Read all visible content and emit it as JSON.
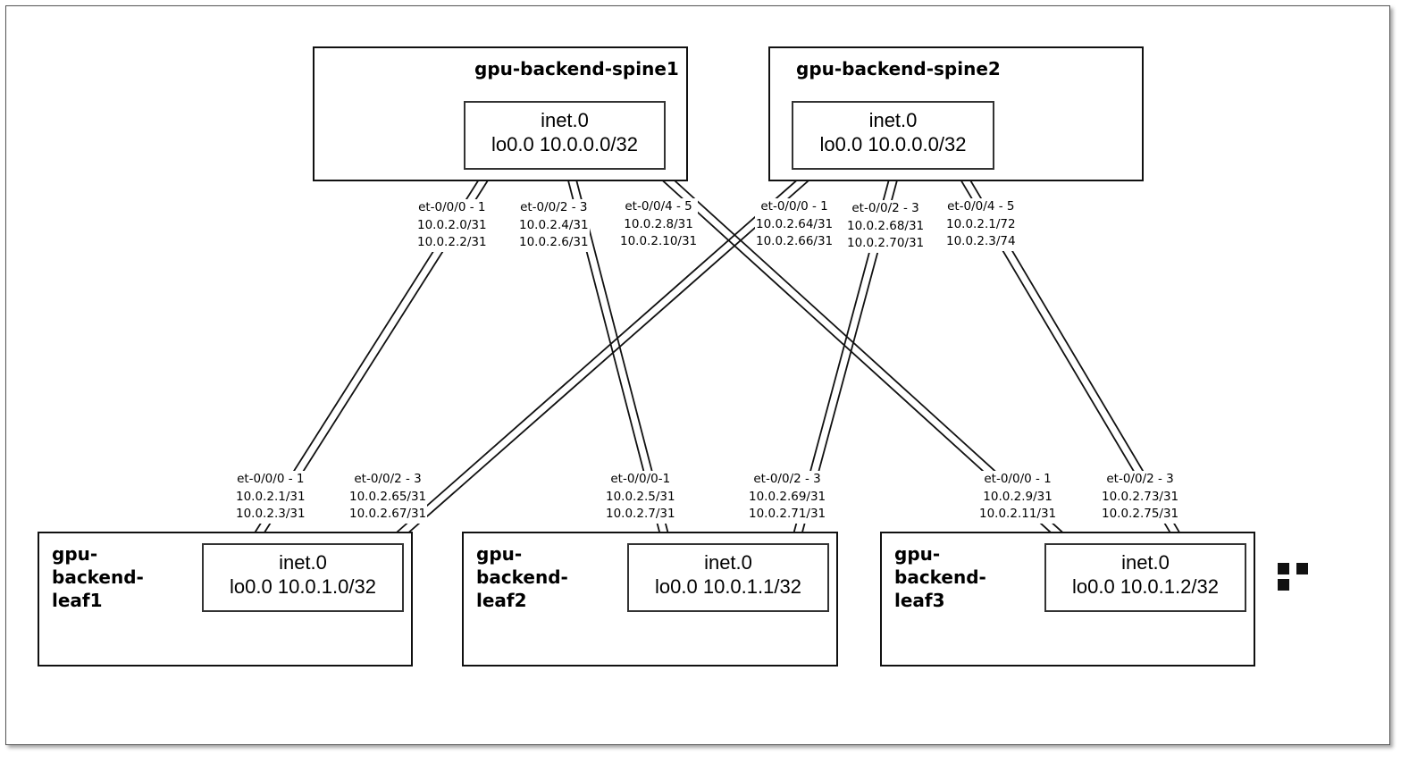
{
  "spines": [
    {
      "name": "gpu-backend-spine1",
      "inner_line1": "inet.0",
      "inner_line2": "lo0.0 10.0.0.0/32"
    },
    {
      "name": "gpu-backend-spine2",
      "inner_line1": "inet.0",
      "inner_line2": "lo0.0 10.0.0.0/32"
    }
  ],
  "leaves": [
    {
      "name_line1": "gpu-",
      "name_line2": "backend-",
      "name_line3": "leaf1",
      "inner_line1": "inet.0",
      "inner_line2": "lo0.0 10.0.1.0/32"
    },
    {
      "name_line1": "gpu-",
      "name_line2": "backend-",
      "name_line3": "leaf2",
      "inner_line1": "inet.0",
      "inner_line2": "lo0.0 10.0.1.1/32"
    },
    {
      "name_line1": "gpu-",
      "name_line2": "backend-",
      "name_line3": "leaf3",
      "inner_line1": "inet.0",
      "inner_line2": "lo0.0 10.0.1.2/32"
    }
  ],
  "spine_labels": [
    {
      "port": "et-0/0/0 - 1",
      "ip1": "10.0.2.0/31",
      "ip2": "10.0.2.2/31"
    },
    {
      "port": "et-0/0/2 - 3",
      "ip1": "10.0.2.4/31",
      "ip2": "10.0.2.6/31"
    },
    {
      "port": "et-0/0/4 - 5",
      "ip1": "10.0.2.8/31",
      "ip2": "10.0.2.10/31"
    },
    {
      "port": "et-0/0/0 - 1",
      "ip1": "10.0.2.64/31",
      "ip2": "10.0.2.66/31"
    },
    {
      "port": "et-0/0/2 - 3",
      "ip1": "10.0.2.68/31",
      "ip2": "10.0.2.70/31"
    },
    {
      "port": "et-0/0/4 - 5",
      "ip1": "10.0.2.1/72",
      "ip2": "10.0.2.3/74"
    }
  ],
  "leaf_labels": [
    {
      "port": "et-0/0/0 - 1",
      "ip1": "10.0.2.1/31",
      "ip2": "10.0.2.3/31"
    },
    {
      "port": "et-0/0/2 - 3",
      "ip1": "10.0.2.65/31",
      "ip2": "10.0.2.67/31"
    },
    {
      "port": "et-0/0/0-1",
      "ip1": "10.0.2.5/31",
      "ip2": "10.0.2.7/31"
    },
    {
      "port": "et-0/0/2 - 3",
      "ip1": "10.0.2.69/31",
      "ip2": "10.0.2.71/31"
    },
    {
      "port": "et-0/0/0 - 1",
      "ip1": "10.0.2.9/31",
      "ip2": "10.0.2.11/31"
    },
    {
      "port": "et-0/0/2 - 3",
      "ip1": "10.0.2.73/31",
      "ip2": "10.0.2.75/31"
    }
  ],
  "more_indicator": "more-leaves-ellipsis"
}
